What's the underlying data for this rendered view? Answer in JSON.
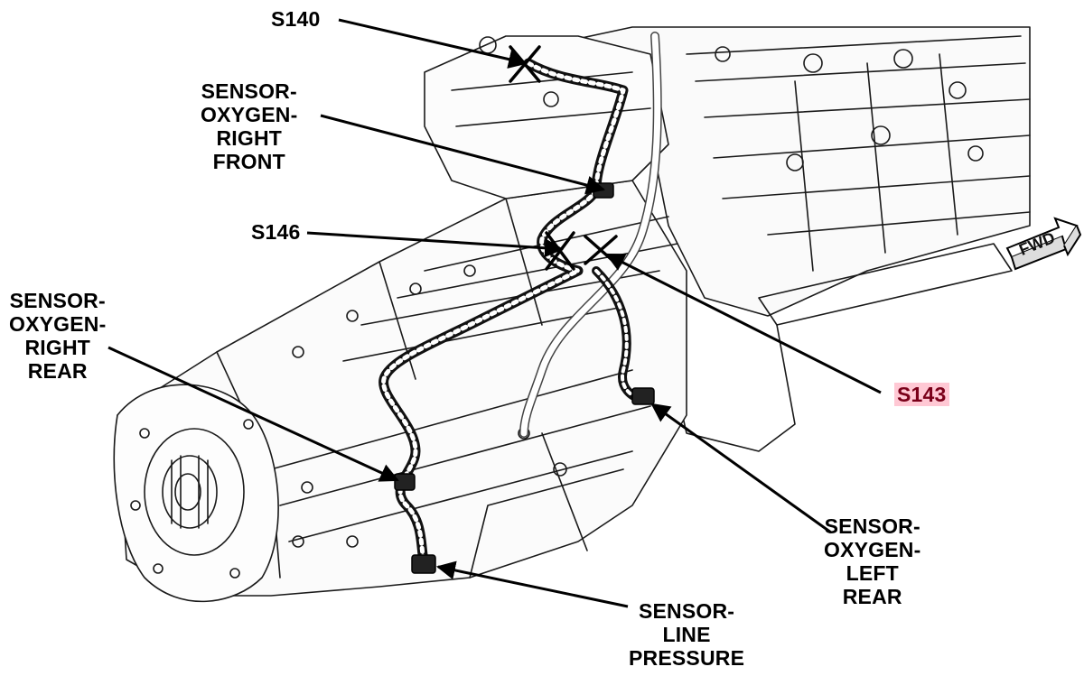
{
  "labels": {
    "s140": "S140",
    "s146": "S146",
    "s143": "S143",
    "o2_right_front": [
      "SENSOR-",
      "OXYGEN-",
      "RIGHT",
      "FRONT"
    ],
    "o2_right_rear": [
      "SENSOR-",
      "OXYGEN-",
      "RIGHT",
      "REAR"
    ],
    "o2_left_rear": [
      "SENSOR-",
      "OXYGEN-",
      "LEFT",
      "REAR"
    ],
    "line_pressure": [
      "SENSOR-",
      "LINE",
      "PRESSURE"
    ],
    "fwd": "FWD"
  },
  "colors": {
    "line": "#000000",
    "highlight_bg": "#ffc8d4",
    "highlight_text": "#7a0019"
  }
}
